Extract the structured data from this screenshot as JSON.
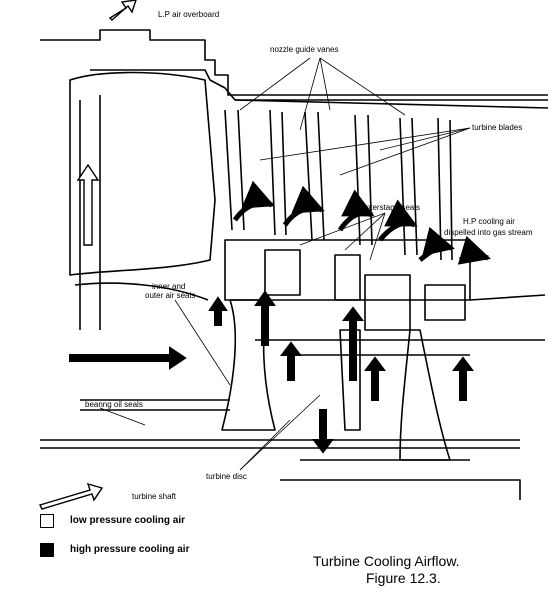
{
  "labels": {
    "lp_air_overboard": "L.P air overboard",
    "nozzle_guide_vanes": "nozzle guide vanes",
    "turbine_blades": "turbine blades",
    "interstage_seals": "interstage seals",
    "hp_cooling_air_line1": "H.P cooling air",
    "hp_cooling_air_line2": "dispelled into gas stream",
    "inner_outer_seals_line1": "inner and",
    "inner_outer_seals_line2": "outer air seals",
    "bearing_oil_seals": "beanng oil seals",
    "turbine_disc": "turbine disc",
    "turbine_shaft": "turbine shaft"
  },
  "legend": {
    "low_pressure": {
      "label": "low pressure cooling air",
      "color": "#ffffff"
    },
    "high_pressure": {
      "label": "high pressure cooling air",
      "color": "#000000"
    }
  },
  "caption": {
    "title": "Turbine Cooling Airflow.",
    "figure": "Figure 12.3."
  }
}
